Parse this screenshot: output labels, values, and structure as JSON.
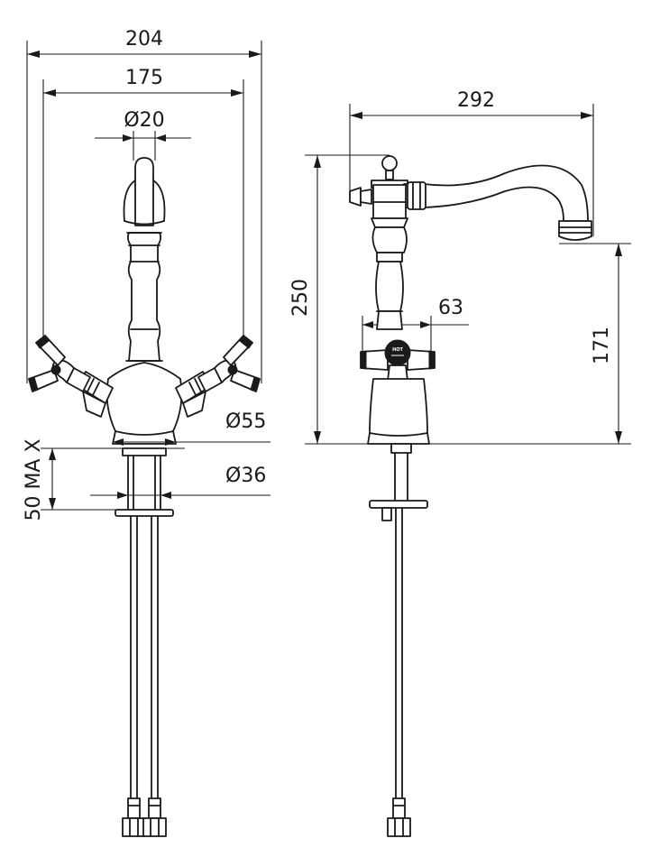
{
  "drawing": {
    "front_view": {
      "width_overall": "204",
      "width_handles": "175",
      "spout_diameter": "Ø20",
      "base_diameter": "Ø55",
      "shank_diameter": "Ø36",
      "max_deck_thickness": "50 MA X"
    },
    "side_view": {
      "reach": "292",
      "height_overall": "250",
      "spout_height": "171",
      "handle_projection": "63",
      "handle_badge": "HOT"
    }
  }
}
